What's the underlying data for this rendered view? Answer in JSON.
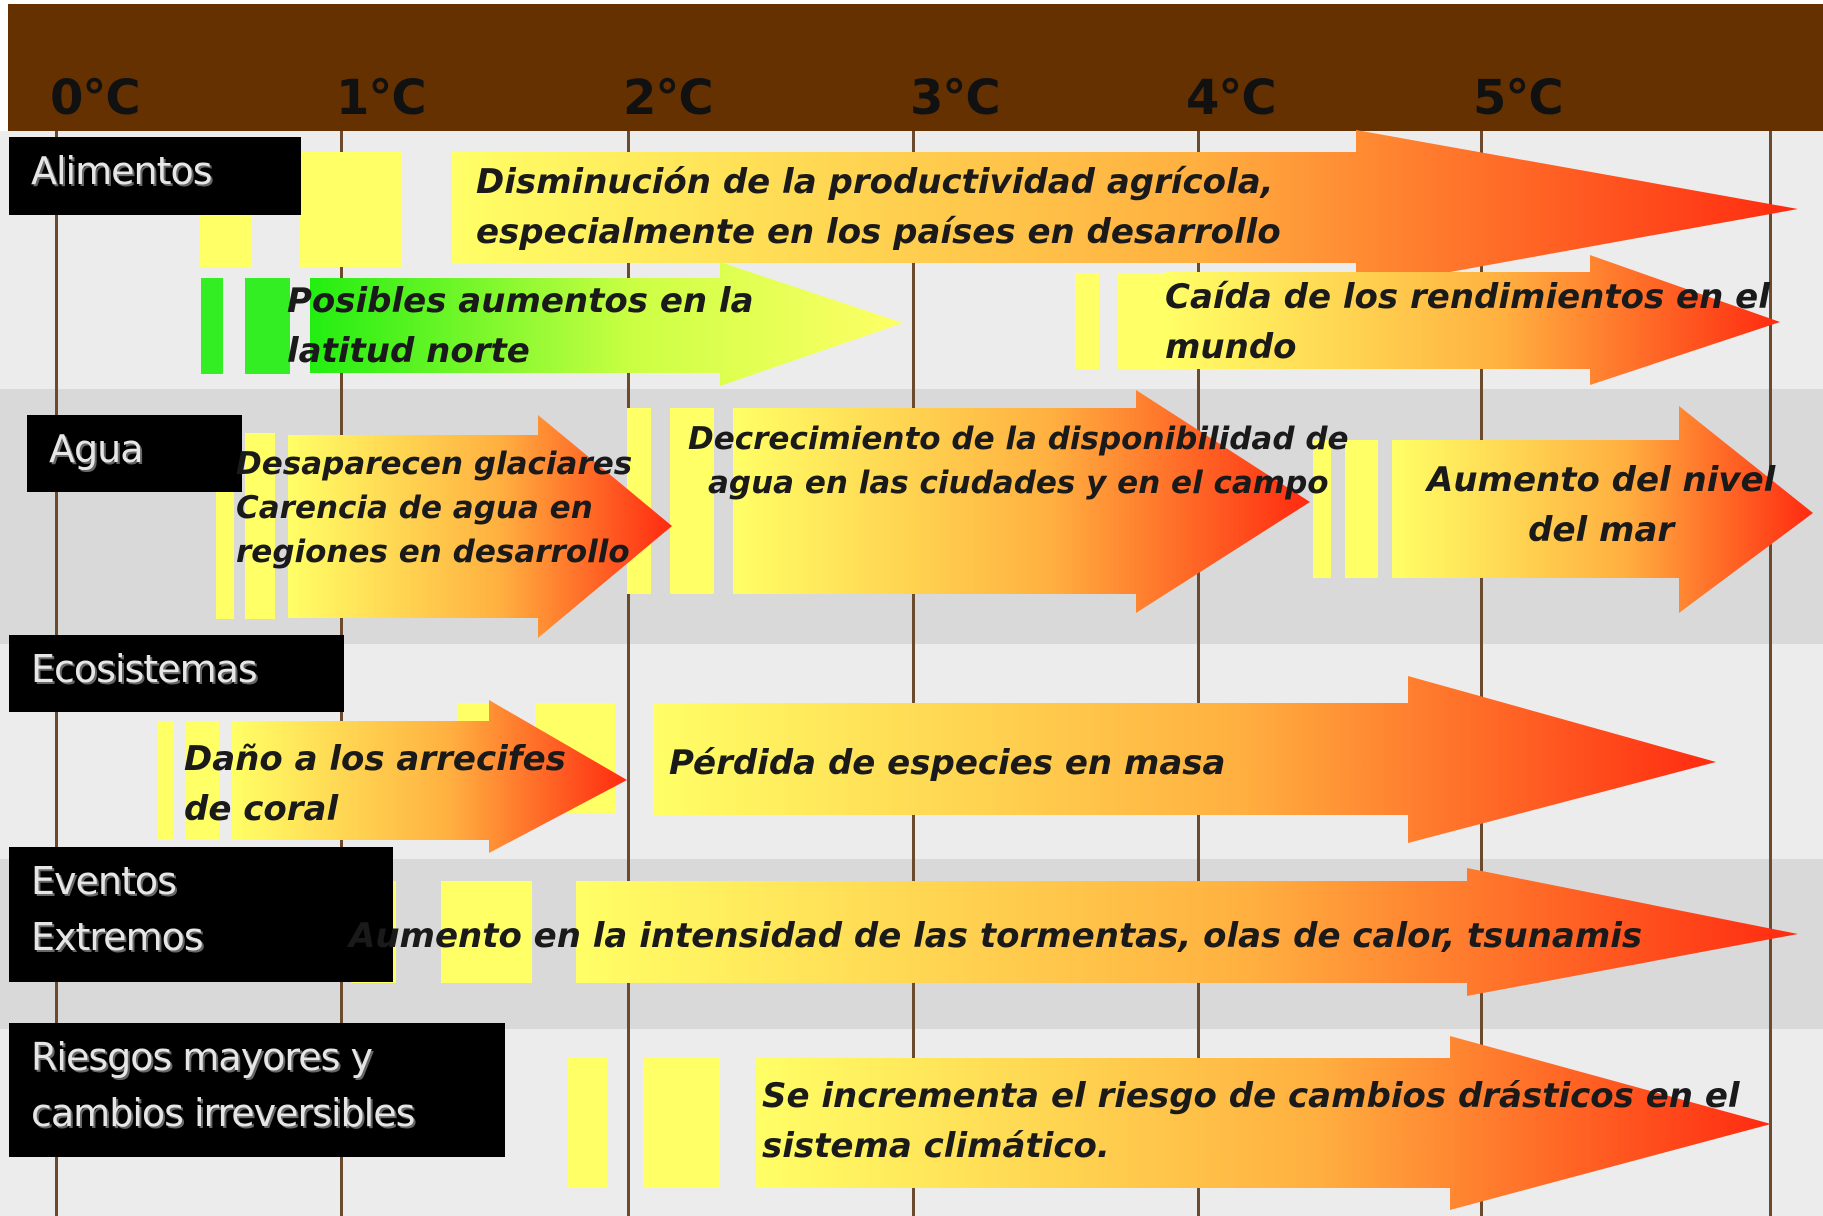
{
  "axis": {
    "ticks": [
      "0°C",
      "1°C",
      "2°C",
      "3°C",
      "4°C",
      "5°C"
    ]
  },
  "categories": {
    "food": "Alimentos",
    "water": "Agua",
    "ecosystems_lines": [
      "Ecosistemas"
    ],
    "extreme_lines": [
      "Eventos",
      "Extremos"
    ],
    "risks_lines": [
      "Riesgos mayores y",
      "cambios irreversibles"
    ]
  },
  "impacts": {
    "food_productivity": [
      "Disminución de la productividad agrícola,",
      "especialmente en los países en desarrollo"
    ],
    "food_north": [
      "Posibles aumentos en la",
      "latitud norte"
    ],
    "food_yields": [
      "Caída de los rendimientos en el",
      "mundo"
    ],
    "water_glaciers": [
      "Desaparecen glaciares",
      "Carencia de agua en",
      "regiones en desarrollo"
    ],
    "water_availability": [
      "Decrecimiento de la disponibilidad de",
      "agua en  las ciudades y en el campo"
    ],
    "water_sea_level": [
      "Aumento del nivel",
      "del mar"
    ],
    "eco_coral": [
      "Daño a los arrecifes",
      "de coral"
    ],
    "eco_species": [
      "Pérdida de especies en masa"
    ],
    "extreme_storms": [
      "Aumento en la intensidad de las tormentas, olas de calor, tsunamis"
    ],
    "risks_climate": [
      "Se incrementa el riesgo de cambios drásticos en el",
      "sistema climático."
    ]
  },
  "colors": {
    "header": "#653100",
    "arrow_start": "#ffff66",
    "arrow_end": "#ff2a10",
    "green_start": "#22ee11",
    "label_bg": "#000000"
  }
}
